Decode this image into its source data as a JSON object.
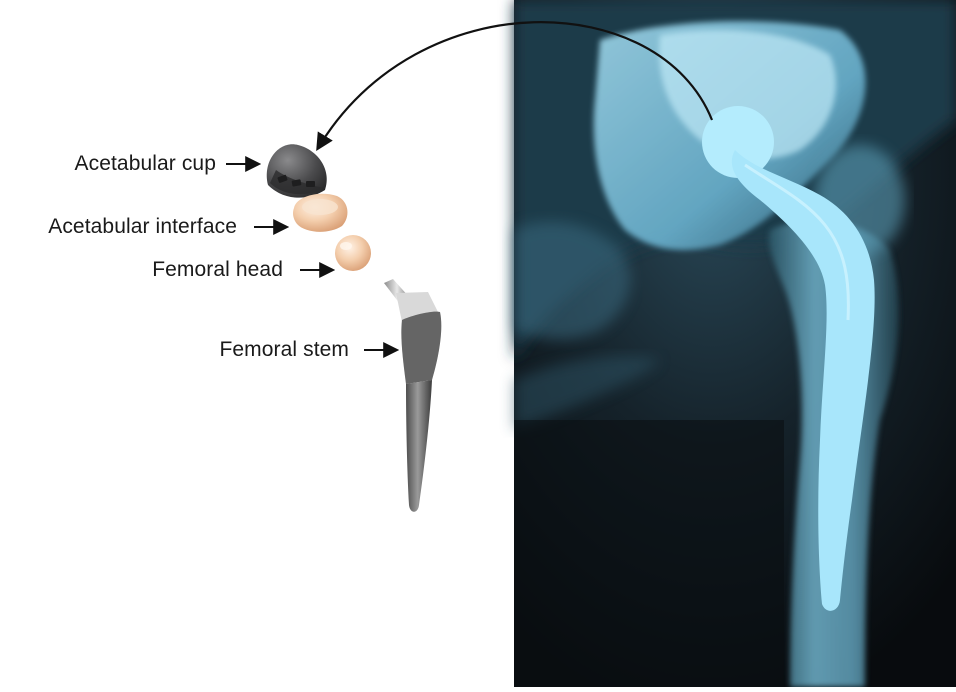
{
  "figure": {
    "labels": {
      "acetabular_cup": "Acetabular cup",
      "acetabular_interface": "Acetabular interface",
      "femoral_head": "Femoral head",
      "femoral_stem": "Femoral stem"
    },
    "colors": {
      "xray_background": "#0d1216",
      "xray_bone": "#8fd3ee",
      "implant": "#a8e6fb",
      "cup_shell": "#4a4a4c",
      "ceramic": "#f2c8a8",
      "stem_metal": "#6f6f6f",
      "arrow": "#111111"
    }
  }
}
